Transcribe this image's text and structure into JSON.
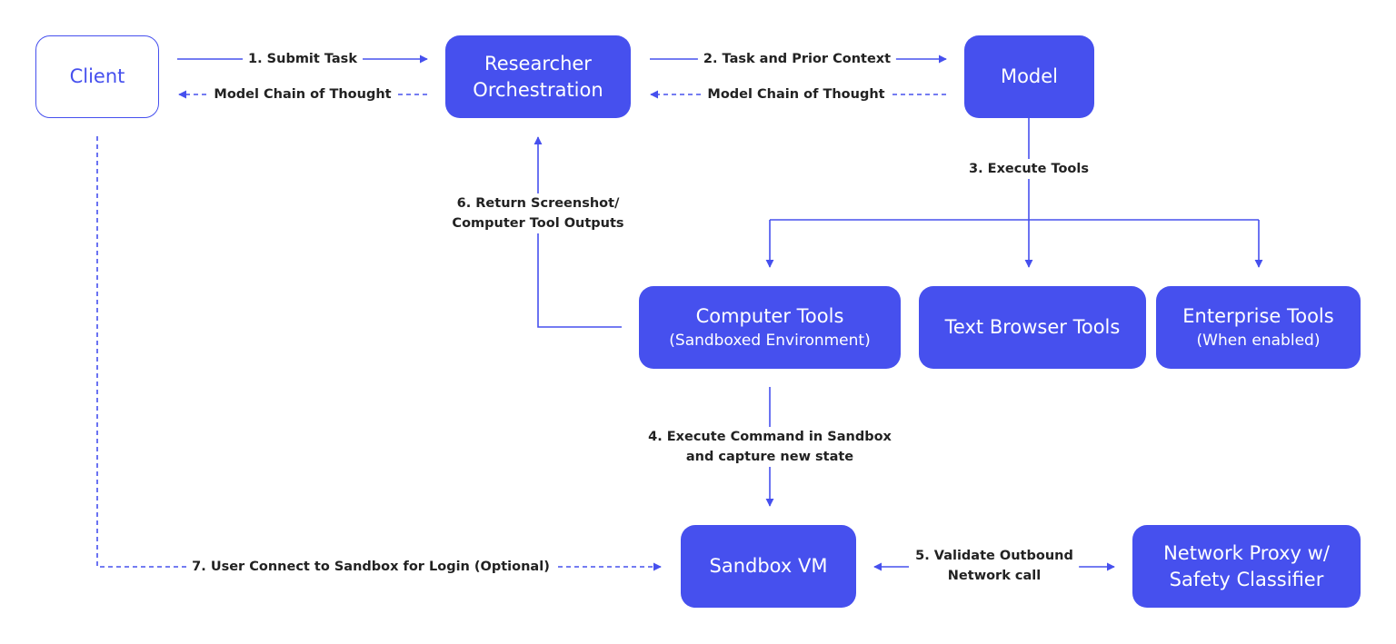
{
  "colors": {
    "accent": "#4650EE",
    "box_text": "#ffffff",
    "label_text": "#222222",
    "background": "#ffffff"
  },
  "nodes": {
    "client": {
      "text": "Client"
    },
    "researcher": {
      "line1": "Researcher",
      "line2": "Orchestration"
    },
    "model": {
      "text": "Model"
    },
    "computer_tools": {
      "title": "Computer Tools",
      "subtitle": "(Sandboxed Environment)"
    },
    "text_browser_tools": {
      "text": "Text Browser Tools"
    },
    "enterprise_tools": {
      "title": "Enterprise Tools",
      "subtitle": "(When enabled)"
    },
    "sandbox_vm": {
      "text": "Sandbox VM"
    },
    "network_proxy": {
      "line1": "Network Proxy w/",
      "line2": "Safety Classifier"
    }
  },
  "edges": {
    "submit_task": "1. Submit Task",
    "client_cot": "Model Chain of  Thought",
    "task_context": "2. Task and Prior Context",
    "model_cot": "Model Chain of  Thought",
    "execute_tools": "3. Execute Tools",
    "execute_command": {
      "line1": "4. Execute Command in Sandbox",
      "line2": "and capture new state"
    },
    "validate_outbound": {
      "line1": "5. Validate Outbound",
      "line2": "Network call"
    },
    "return_screenshot": {
      "line1": "6. Return Screenshot/",
      "line2": "Computer Tool Outputs"
    },
    "user_connect": "7. User Connect to Sandbox for Login (Optional)"
  }
}
